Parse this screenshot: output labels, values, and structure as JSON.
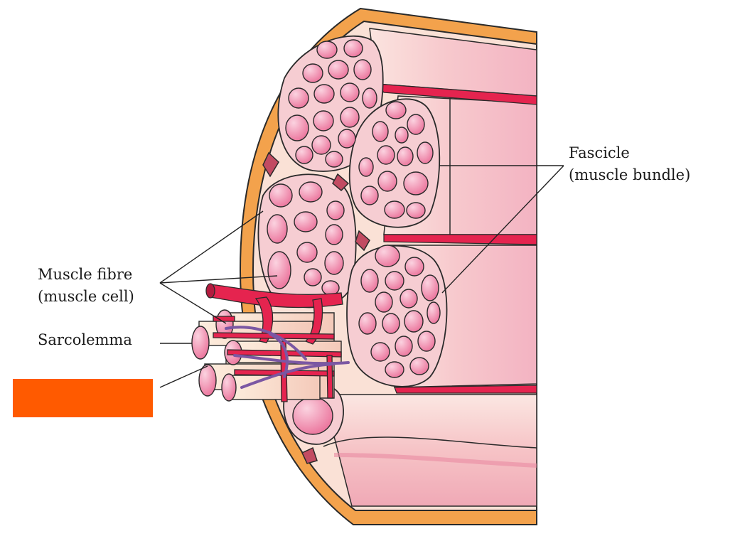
{
  "labels": {
    "fascicle": {
      "line1": "Fascicle",
      "line2": "(muscle bundle)"
    },
    "muscle_fibre": {
      "line1": "Muscle fibre",
      "line2": "(muscle cell)"
    },
    "sarcolemma": "Sarcolemma"
  },
  "colors": {
    "epimysium_outer": "#f3a24c",
    "muscle_pink": "#f4b8c4",
    "fibre_pink": "#ef7aa0",
    "fascicle_fill": "#f6cdd2",
    "blood_vessel": "#e5244f",
    "nerve": "#7b57a3",
    "redaction_box": "#ff5a00",
    "leader_line": "#222222"
  },
  "redaction_box": {
    "present": true
  }
}
